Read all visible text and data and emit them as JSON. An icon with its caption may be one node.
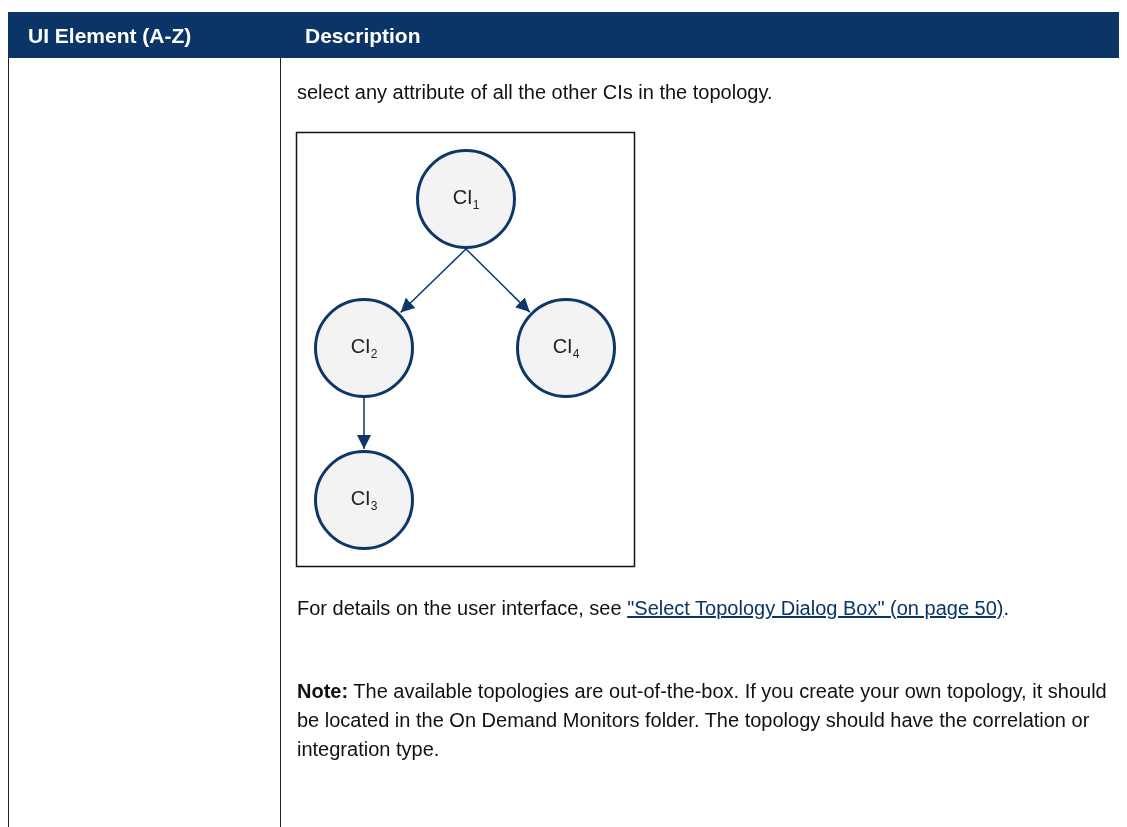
{
  "diagram": {
    "nodes": [
      {
        "text": [
          "CI$_{1}$"
        ]
      },
      {
        "text": [
          "CI$_{2}$"
        ]
      },
      {
        "text": [
          "CI$_{4}$"
        ]
      },
      {
        "text": [
          "CI$_{3}$"
        ]
      }
    ],
    "edges": [
      {
        "from": 0,
        "to": 1,
        "arrow": "to"
      },
      {
        "from": 0,
        "to": 2,
        "arrow": "to"
      },
      {
        "from": 1,
        "to": 3,
        "arrow": "to"
      }
    ],
    "labels": [
      "UI Element (A-Z)",
      "Description",
      "select any attribute of all the other CIs in the topology.",
      "For details on the user interface, see ",
      "\"Select Topology Dialog Box\" (on page 50)",
      ".",
      "**Note:** The available topologies are out-of-the-box. If you create your own topology, it should be located in the On Demand Monitors folder. The topology should have the correlation or integration type."
    ]
  }
}
